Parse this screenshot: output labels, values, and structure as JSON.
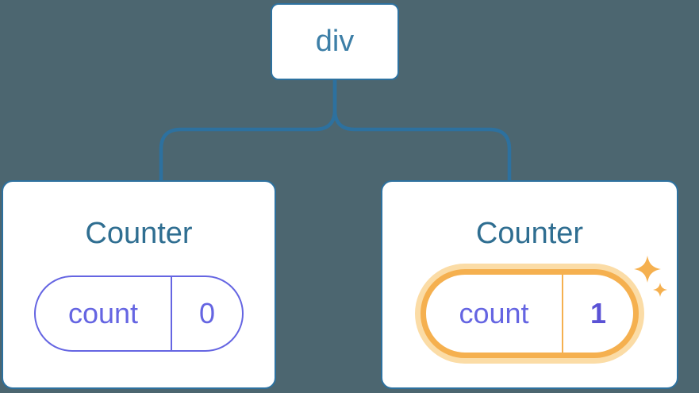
{
  "colors": {
    "background": "#4C6670",
    "connector_blue": "#2D719F",
    "root_text_blue": "#3D7FA7",
    "heading_blue": "#2F6E91",
    "state_purple": "#6565E2",
    "bold_value_purple": "#5A52D5",
    "highlight_orange": "#F5B04F",
    "highlight_halo": "#FBDCA6",
    "card_background": "#FFFFFF"
  },
  "tree": {
    "root": {
      "label": "div"
    },
    "children": [
      {
        "title": "Counter",
        "state_key": "count",
        "state_value": "0",
        "highlighted": false
      },
      {
        "title": "Counter",
        "state_key": "count",
        "state_value": "1",
        "highlighted": true
      }
    ]
  },
  "icons": {
    "sparkles": "sparkles-icon"
  }
}
